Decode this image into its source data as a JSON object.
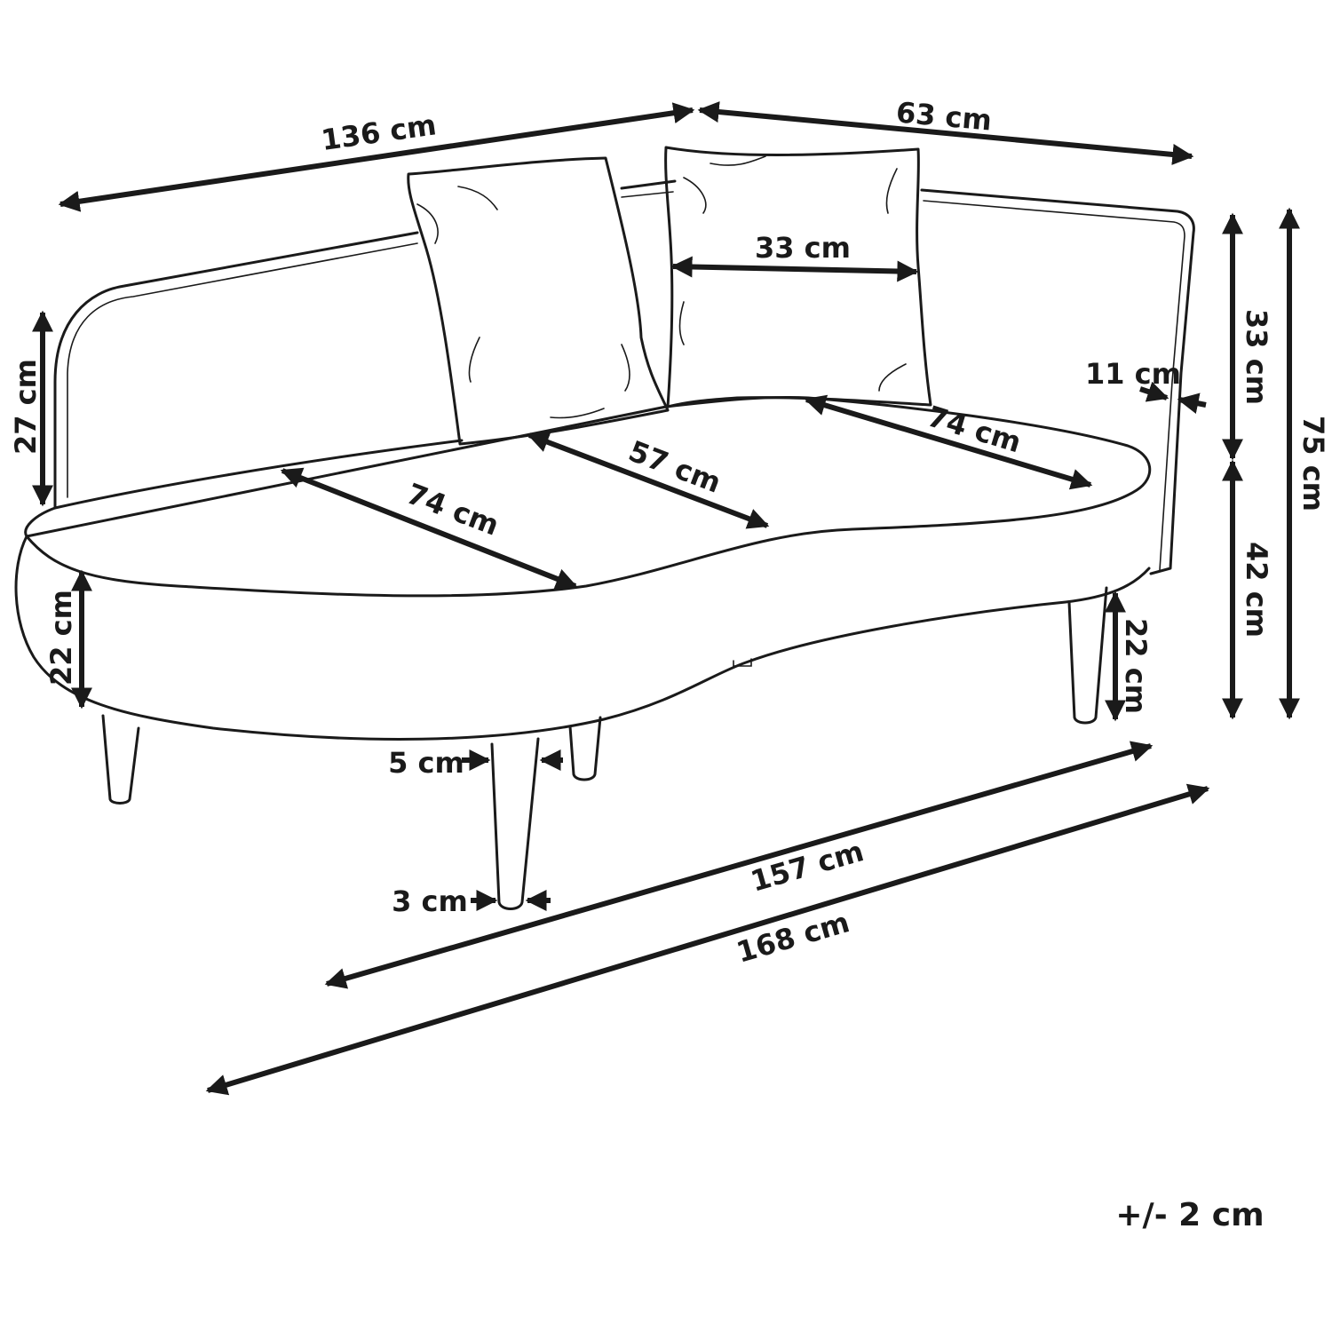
{
  "dimensions": {
    "top_left_width": "136 cm",
    "top_right_depth": "63 cm",
    "pillow_width": "33 cm",
    "backrest_height": "33 cm",
    "total_height": "75 cm",
    "backrest_thickness": "11 cm",
    "armrest_height": "27 cm",
    "seat_depth_right": "74 cm",
    "seat_depth_middle": "57 cm",
    "seat_depth_left": "74 cm",
    "seat_height": "42 cm",
    "cushion_height_left": "22 cm",
    "leg_height_right": "22 cm",
    "leg_top_width": "5 cm",
    "leg_bottom_width": "3 cm",
    "inner_length": "157 cm",
    "total_length": "168 cm"
  },
  "tolerance": "+/- 2 cm",
  "colors": {
    "line": "#1a1a1a",
    "background": "#ffffff"
  },
  "icons": {
    "arrowhead": "filled-triangle"
  }
}
